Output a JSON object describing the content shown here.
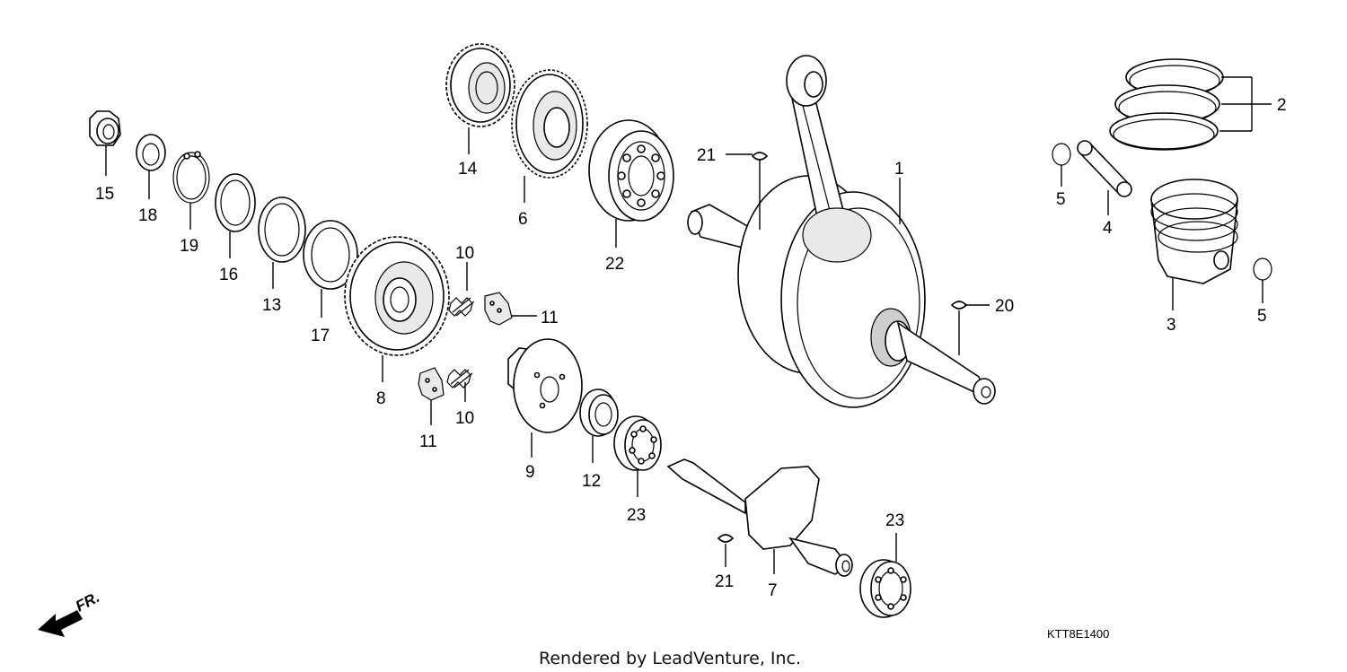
{
  "diagram": {
    "labels": {
      "p1": "1",
      "p2": "2",
      "p3": "3",
      "p4": "4",
      "p5a": "5",
      "p5b": "5",
      "p6": "6",
      "p7": "7",
      "p8": "8",
      "p9": "9",
      "p10a": "10",
      "p10b": "10",
      "p11a": "11",
      "p11b": "11",
      "p12": "12",
      "p13": "13",
      "p14": "14",
      "p15": "15",
      "p16": "16",
      "p17": "17",
      "p18": "18",
      "p19": "19",
      "p20": "20",
      "p21a": "21",
      "p21b": "21",
      "p22": "22",
      "p23a": "23",
      "p23b": "23"
    },
    "front_indicator": "FR.",
    "diagram_code": "KTT8E1400",
    "footer": "Rendered by LeadVenture, Inc."
  }
}
